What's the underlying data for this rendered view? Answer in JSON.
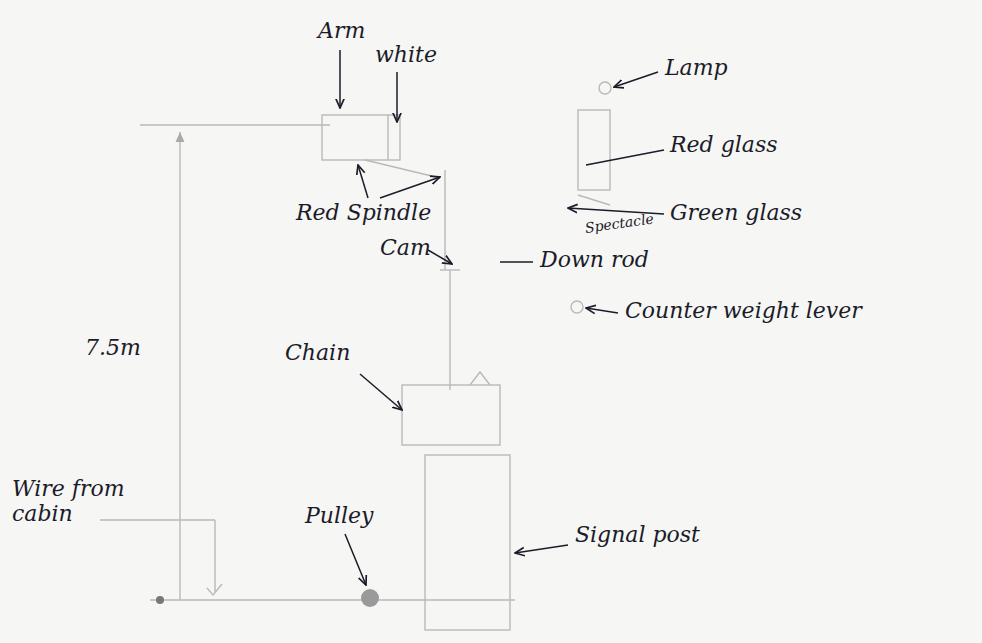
{
  "diagram": {
    "labels": [
      "Arm",
      "white",
      "Lamp",
      "Red glass",
      "Red Spindle",
      "Cam",
      "Green glass",
      "Spectacle",
      "Down rod",
      "Counter weight lever",
      "7.5m",
      "Chain",
      "Wire from cabin",
      "Pulley",
      "Signal post"
    ]
  }
}
